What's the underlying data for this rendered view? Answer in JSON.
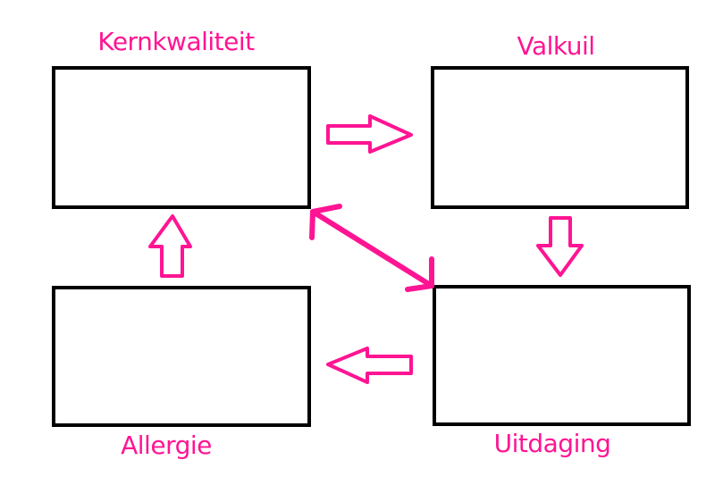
{
  "colors": {
    "accent": "#ff1493",
    "box_border": "#000000",
    "background": "#ffffff"
  },
  "quadrants": {
    "top_left": {
      "label": "Kernkwaliteit"
    },
    "top_right": {
      "label": "Valkuil"
    },
    "bottom_right": {
      "label": "Uitdaging"
    },
    "bottom_left": {
      "label": "Allergie"
    }
  },
  "arrows": [
    {
      "from": "Kernkwaliteit",
      "to": "Valkuil",
      "style": "outline-block"
    },
    {
      "from": "Valkuil",
      "to": "Uitdaging",
      "style": "outline-block"
    },
    {
      "from": "Uitdaging",
      "to": "Allergie",
      "style": "outline-block"
    },
    {
      "from": "Allergie",
      "to": "Kernkwaliteit",
      "style": "outline-block"
    },
    {
      "from": "Kernkwaliteit",
      "to": "Uitdaging",
      "style": "double-headed-line"
    }
  ]
}
